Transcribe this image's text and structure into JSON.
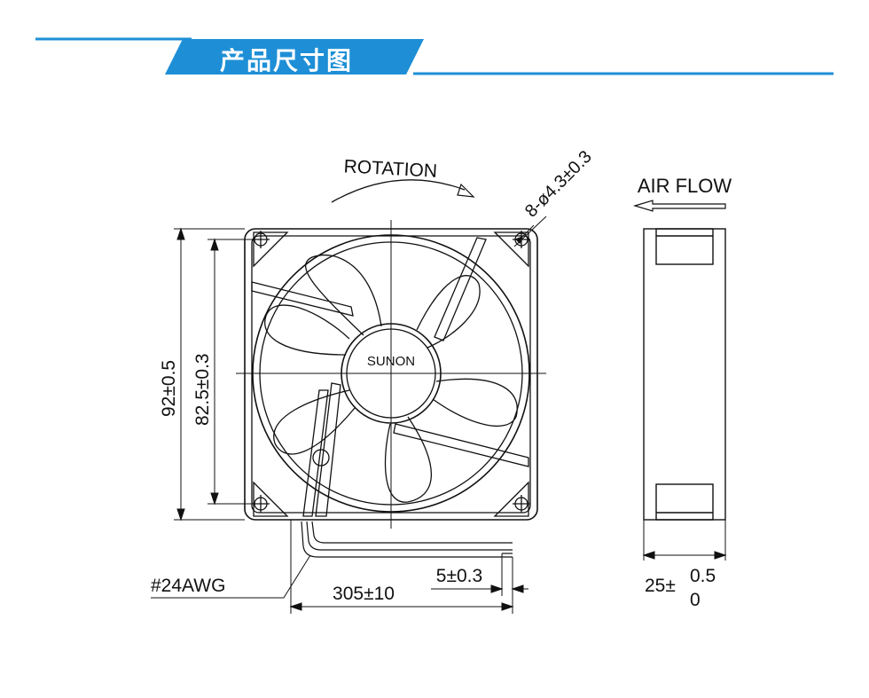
{
  "header": {
    "title": "产品尺寸图",
    "accent_color": "#1e8fd6"
  },
  "drawing": {
    "rotation_label": "ROTATION",
    "mounting_holes_label": "8-ø4.3±0.3",
    "airflow_label": "AIR FLOW",
    "brand_label": "SUNON",
    "outer_height_label": "92±0.5",
    "hole_spacing_label": "82.5±0.3",
    "wire_gauge_label": "#24AWG",
    "lead_length_label": "305±10",
    "strip_length_label": "5±0.3",
    "thickness_label": "25±",
    "thickness_tol_upper": "0.5",
    "thickness_tol_lower": "0",
    "line_color": "#111111"
  }
}
